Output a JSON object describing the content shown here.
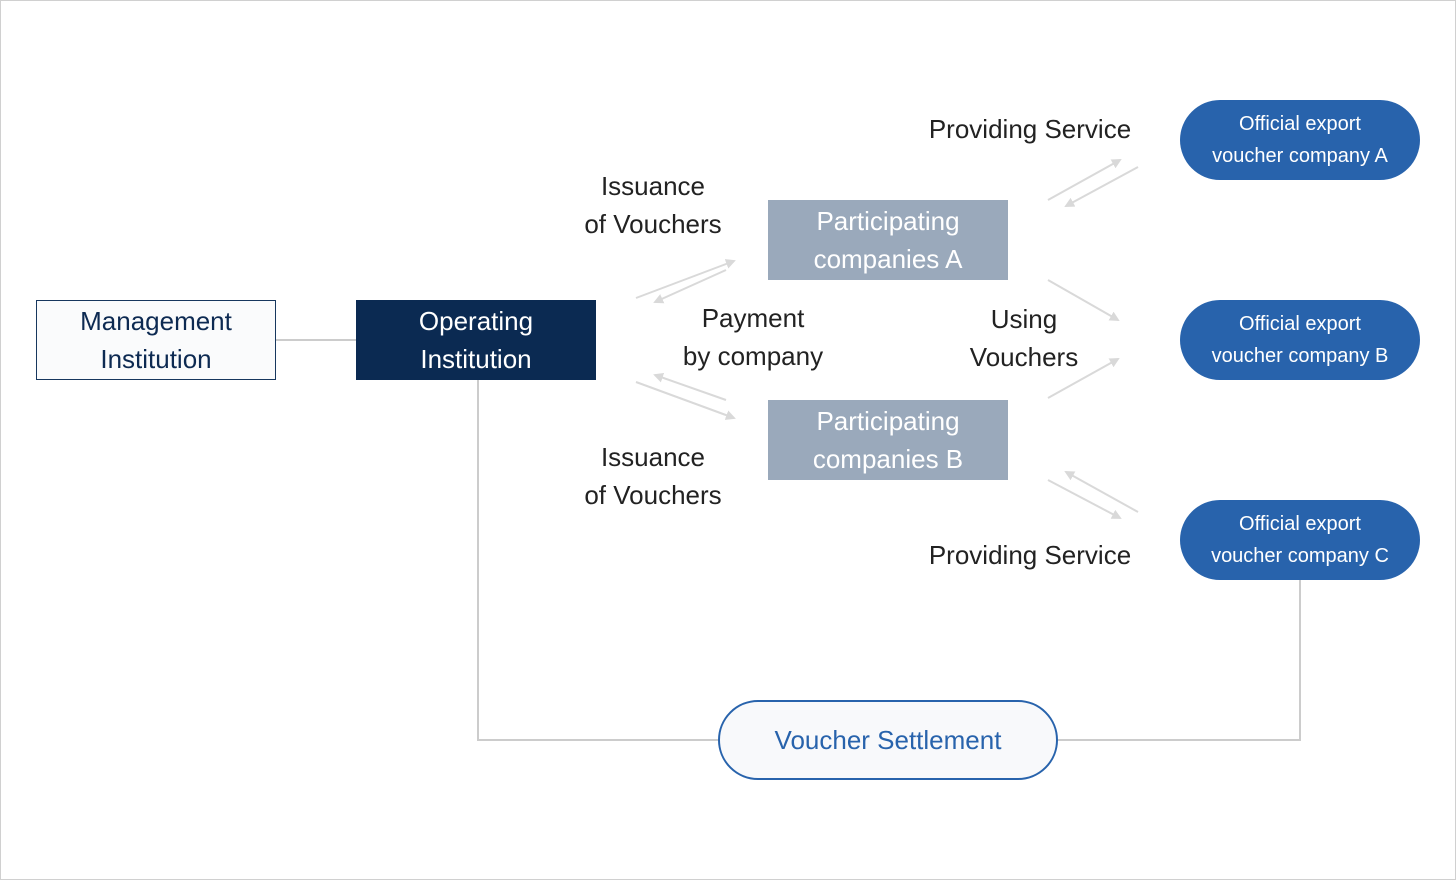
{
  "nodes": {
    "management": {
      "line1": "Management",
      "line2": "Institution"
    },
    "operating": {
      "line1": "Operating",
      "line2": "Institution"
    },
    "participating_a": {
      "line1": "Participating",
      "line2": "companies A"
    },
    "participating_b": {
      "line1": "Participating",
      "line2": "companies B"
    },
    "export_a": {
      "line1": "Official export",
      "line2": "voucher company A"
    },
    "export_b": {
      "line1": "Official export",
      "line2": "voucher company B"
    },
    "export_c": {
      "line1": "Official export",
      "line2": "voucher company C"
    },
    "settlement": {
      "label": "Voucher Settlement"
    }
  },
  "labels": {
    "issuance_top": {
      "line1": "Issuance",
      "line2": "of Vouchers"
    },
    "issuance_bottom": {
      "line1": "Issuance",
      "line2": "of Vouchers"
    },
    "payment": {
      "line1": "Payment",
      "line2": "by company"
    },
    "using": {
      "line1": "Using",
      "line2": "Vouchers"
    },
    "providing_top": "Providing Service",
    "providing_bottom": "Providing Service"
  },
  "colors": {
    "navy": "#0b2a52",
    "participating_gray": "#9aa9bb",
    "export_blue": "#2863ac",
    "connector_gray": "#cccccc",
    "arrow_gray": "#d9d9d9"
  }
}
